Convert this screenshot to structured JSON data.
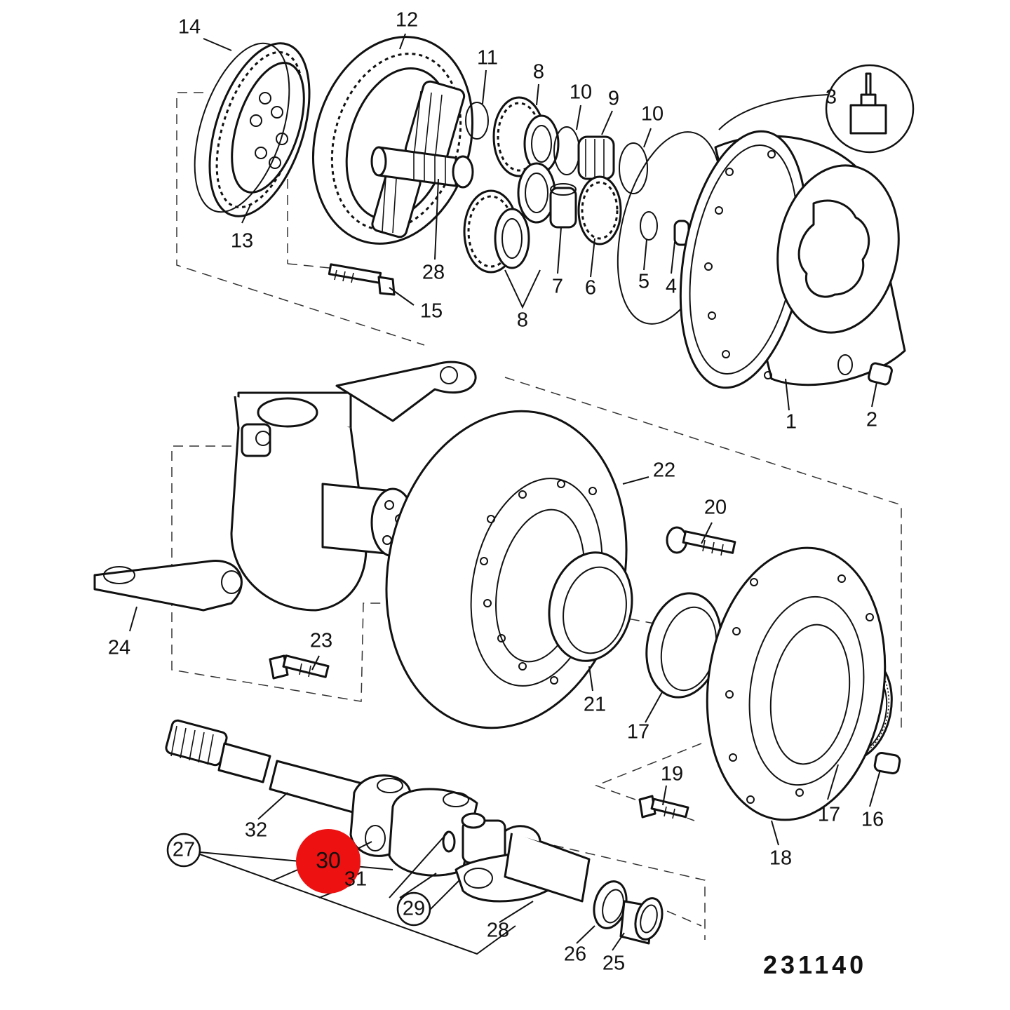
{
  "reference_number": "231140",
  "highlight_color": "#ee1111",
  "callouts": {
    "p1": "1",
    "p2": "2",
    "p3": "3",
    "p4": "4",
    "p5": "5",
    "p6": "6",
    "p7": "7",
    "p8a": "8",
    "p8b": "8",
    "p9": "9",
    "p10a": "10",
    "p10b": "10",
    "p11": "11",
    "p12": "12",
    "p13": "13",
    "p14": "14",
    "p15": "15",
    "p16": "16",
    "p17a": "17",
    "p17b": "17",
    "p18": "18",
    "p19": "19",
    "p20": "20",
    "p21": "21",
    "p22": "22",
    "p23": "23",
    "p24": "24",
    "p25": "25",
    "p26": "26",
    "p27": "27",
    "p28a": "28",
    "p28b": "28",
    "p29": "29",
    "p30": "30",
    "p31": "31",
    "p32": "32"
  }
}
